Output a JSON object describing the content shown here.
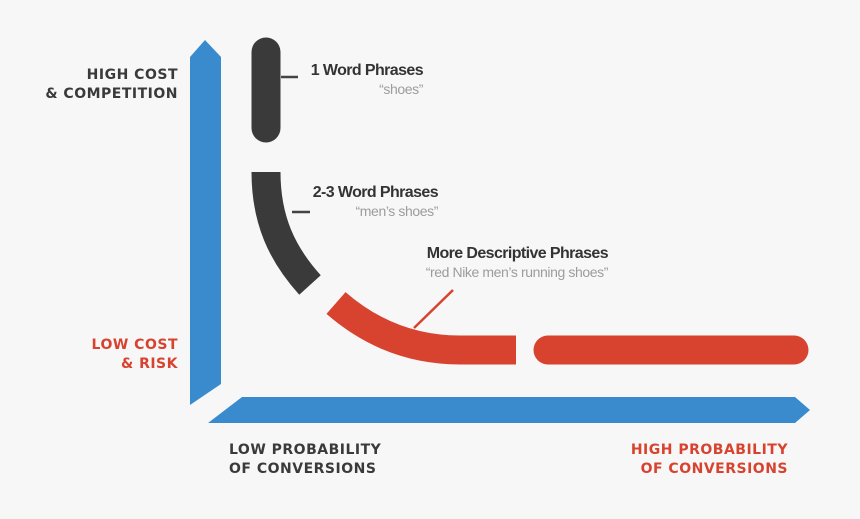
{
  "colors": {
    "axis_blue": "#3a8bcd",
    "dark_segment": "#3a3a3a",
    "red_segment": "#d8432f",
    "leader_line": "#444444",
    "background": "#f7f7f7"
  },
  "y_axis": {
    "top_label": {
      "line1": "HIGH COST",
      "line2": "& COMPETITION"
    },
    "bottom_label": {
      "line1": "LOW COST",
      "line2": "& RISK"
    }
  },
  "x_axis": {
    "left_label": {
      "line1": "LOW PROBABILITY",
      "line2": "OF CONVERSIONS"
    },
    "right_label": {
      "line1": "HIGH PROBABILITY",
      "line2": "OF CONVERSIONS"
    }
  },
  "phrases": [
    {
      "title": "1 Word Phrases",
      "example": "“shoes”"
    },
    {
      "title": "2-3 Word Phrases",
      "example": "“men’s shoes”"
    },
    {
      "title": "More Descriptive Phrases",
      "example": "“red Nike men’s running shoes”"
    }
  ]
}
